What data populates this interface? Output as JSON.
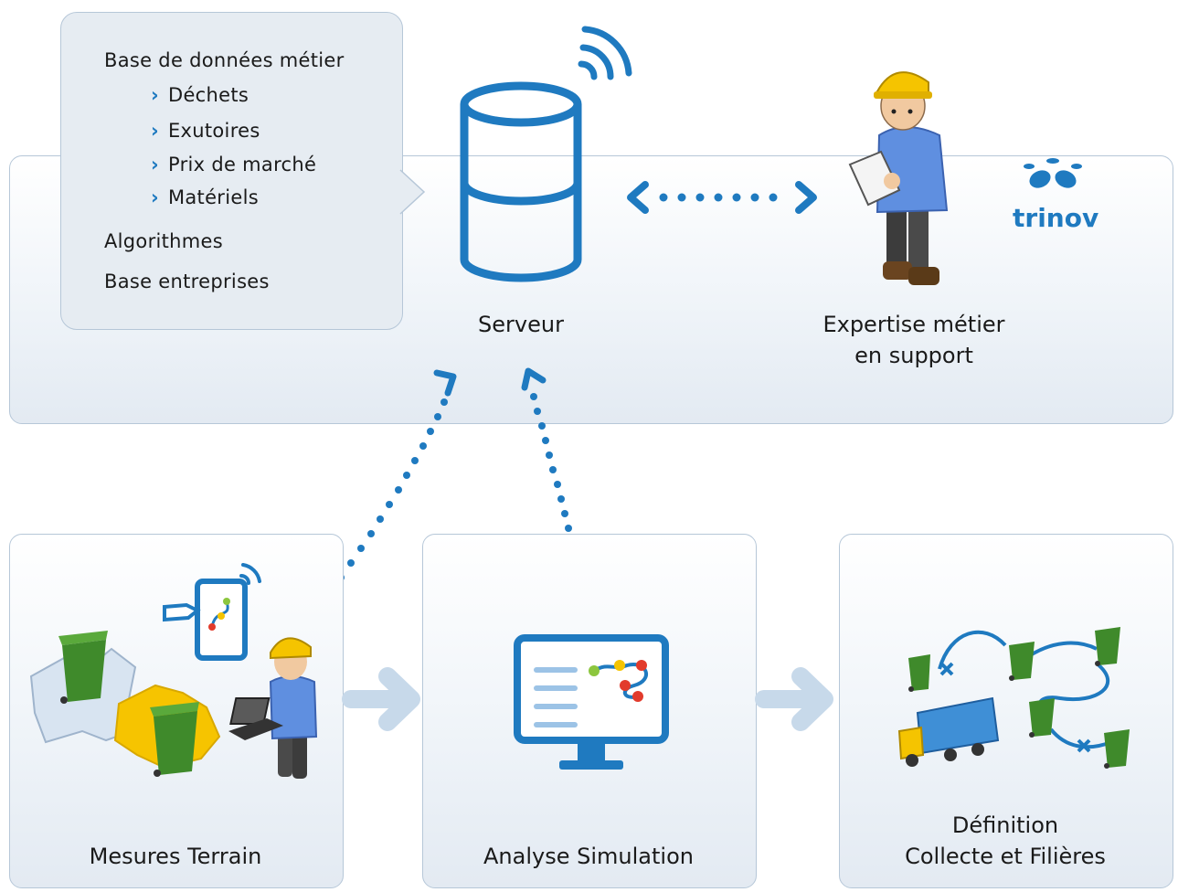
{
  "callout": {
    "title": "Base de données métier",
    "items": [
      "Déchets",
      "Exutoires",
      "Prix de marché",
      "Matériels"
    ],
    "extra1": "Algorithmes",
    "extra2": "Base entreprises"
  },
  "server": {
    "label": "Serveur"
  },
  "expert": {
    "line1": "Expertise métier",
    "line2": "en support"
  },
  "logo": {
    "text": "trinov"
  },
  "boxes": {
    "mesures": "Mesures Terrain",
    "analyse": "Analyse Simulation",
    "definition_line1": "Définition",
    "definition_line2": "Collecte et Filières"
  },
  "colors": {
    "blue": "#1f7ac0",
    "panel_border": "#b6c7d8",
    "arrow_light": "#c7d9ea",
    "bin_green": "#3f8a2b",
    "helmet": "#f5c400"
  },
  "icons": [
    "database-icon",
    "wifi-icon",
    "worker-icon",
    "tablet-icon",
    "bin-icon",
    "laptop-icon",
    "monitor-icon",
    "truck-icon",
    "map-icon"
  ]
}
